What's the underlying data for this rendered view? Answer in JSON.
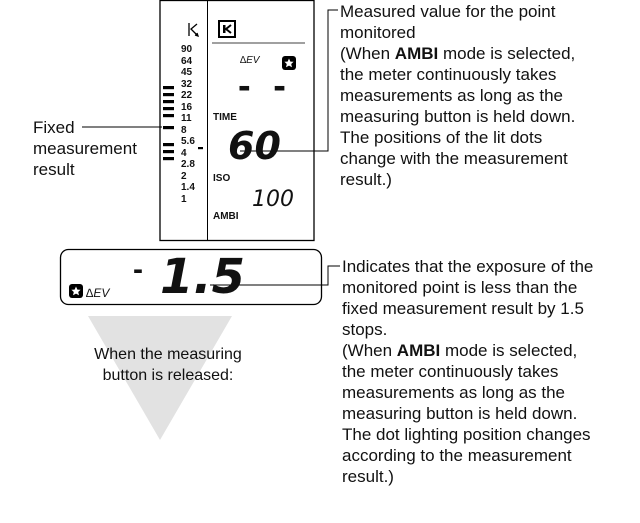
{
  "fixed_label": [
    "Fixed",
    "measurement",
    "result"
  ],
  "meter": {
    "top_icon": "K-arrow-icon",
    "main_icon": "K-box-icon",
    "scale": [
      "90",
      "64",
      "45",
      "32",
      "22",
      "16",
      "11",
      "8",
      "5.6",
      "4",
      "2.8",
      "2",
      "1.4",
      "1"
    ],
    "ev_label": "∆EV",
    "dash_value": "- -",
    "time_label": "TIME",
    "time_value": "60",
    "iso_label": "ISO",
    "iso_value": "100",
    "ambi_label": "AMBI"
  },
  "bottom_display": {
    "ev_label": "∆EV",
    "sign": "-",
    "value": "1.5"
  },
  "note_top": {
    "line1": "Measured value for the point",
    "line2": "monitored",
    "line3_pre": "(When ",
    "line3_bold": "AMBI",
    "line3_post": " mode is selected,",
    "line4": "the meter continuously takes",
    "line5": "measurements as long as the",
    "line6": "measuring button is held down.",
    "line7": "The positions of the lit dots",
    "line8": "change with the measurement",
    "line9": "result.)"
  },
  "note_bottom": {
    "line1": "Indicates that the exposure of the",
    "line2": "monitored point is less than the",
    "line3": "fixed measurement result by 1.5",
    "line4": "stops.",
    "line5_pre": "(When ",
    "line5_bold": "AMBI",
    "line5_post": " mode is selected,",
    "line6": "the meter continuously takes",
    "line7": "measurements as long as the",
    "line8": "measuring button is held down.",
    "line9": "The dot lighting position changes",
    "line10": "according to the measurement",
    "line11": "result.)"
  },
  "release_text": [
    "When the measuring",
    "button is released:"
  ]
}
